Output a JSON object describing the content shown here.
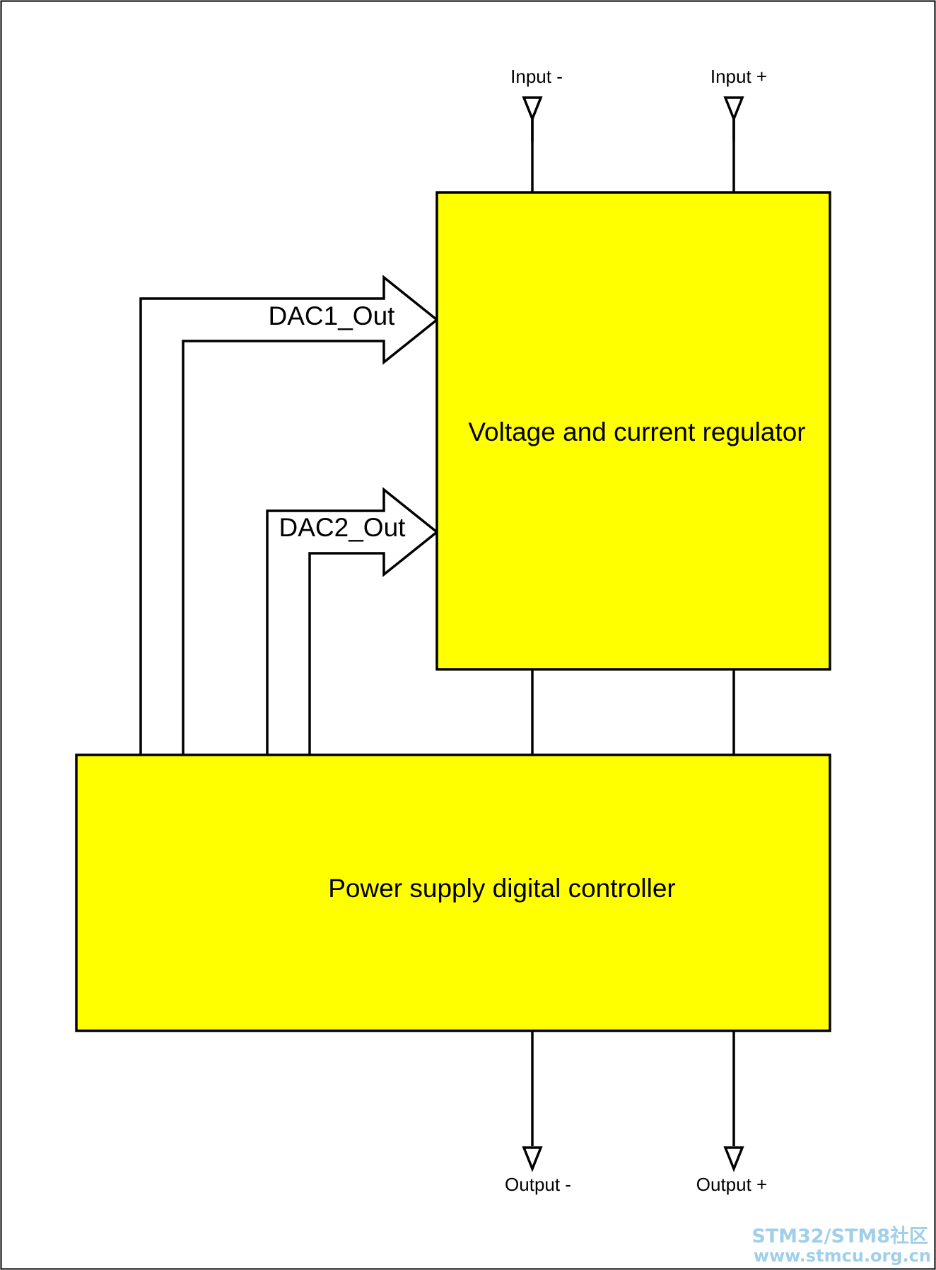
{
  "colors": {
    "block_fill": "#ffff00",
    "stroke": "#000000",
    "frame": "#000000",
    "background": "#ffffff",
    "watermark": "#9fcfea"
  },
  "blocks": {
    "regulator": {
      "label": "Voltage and current regulator"
    },
    "controller": {
      "label": "Power supply digital controller"
    }
  },
  "buses": {
    "dac1": {
      "label": "DAC1_Out"
    },
    "dac2": {
      "label": "DAC2_Out"
    }
  },
  "terminals": {
    "input_minus": "Input -",
    "input_plus": "Input +",
    "output_minus": "Output -",
    "output_plus": "Output +"
  },
  "watermark": {
    "line1": "STM32/STM8社区",
    "line2": "www.stmcu.org.cn"
  }
}
